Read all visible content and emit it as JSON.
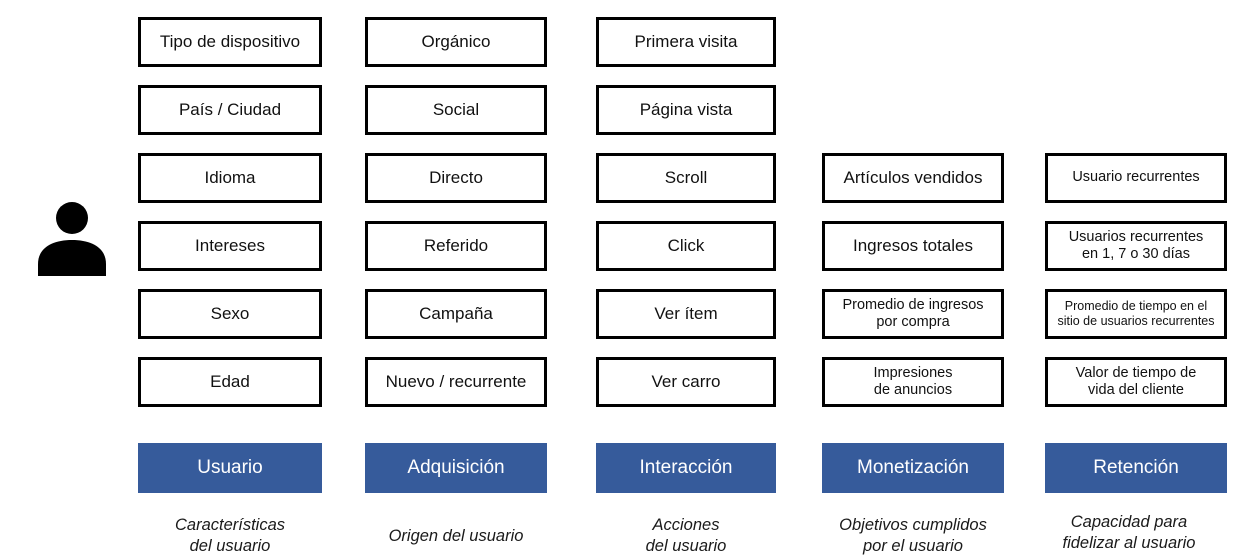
{
  "icon": "user-icon",
  "colors": {
    "header_bg": "#365b9b",
    "box_border": "#000000"
  },
  "columns": [
    {
      "header": "Usuario",
      "caption": "Características\ndel usuario",
      "items": [
        "Tipo de dispositivo",
        "País / Ciudad",
        "Idioma",
        "Intereses",
        "Sexo",
        "Edad"
      ]
    },
    {
      "header": "Adquisición",
      "caption": "Origen del usuario",
      "items": [
        "Orgánico",
        "Social",
        "Directo",
        "Referido",
        "Campaña",
        "Nuevo / recurrente"
      ]
    },
    {
      "header": "Interacción",
      "caption": "Acciones\ndel usuario",
      "items": [
        "Primera visita",
        "Página vista",
        "Scroll",
        "Click",
        "Ver ítem",
        "Ver carro"
      ]
    },
    {
      "header": "Monetización",
      "caption": "Objetivos cumplidos\npor el usuario",
      "items": [
        "Artículos vendidos",
        "Ingresos totales",
        "Promedio de ingresos\npor compra",
        "Impresiones\nde anuncios"
      ]
    },
    {
      "header": "Retención",
      "caption": "Capacidad para\nfidelizar al usuario",
      "items": [
        "Usuario recurrentes",
        "Usuarios recurrentes\nen 1, 7 o 30 días",
        "Promedio de tiempo en el\nsitio de usuarios recurrentes",
        "Valor de tiempo de\nvida del cliente"
      ]
    }
  ]
}
